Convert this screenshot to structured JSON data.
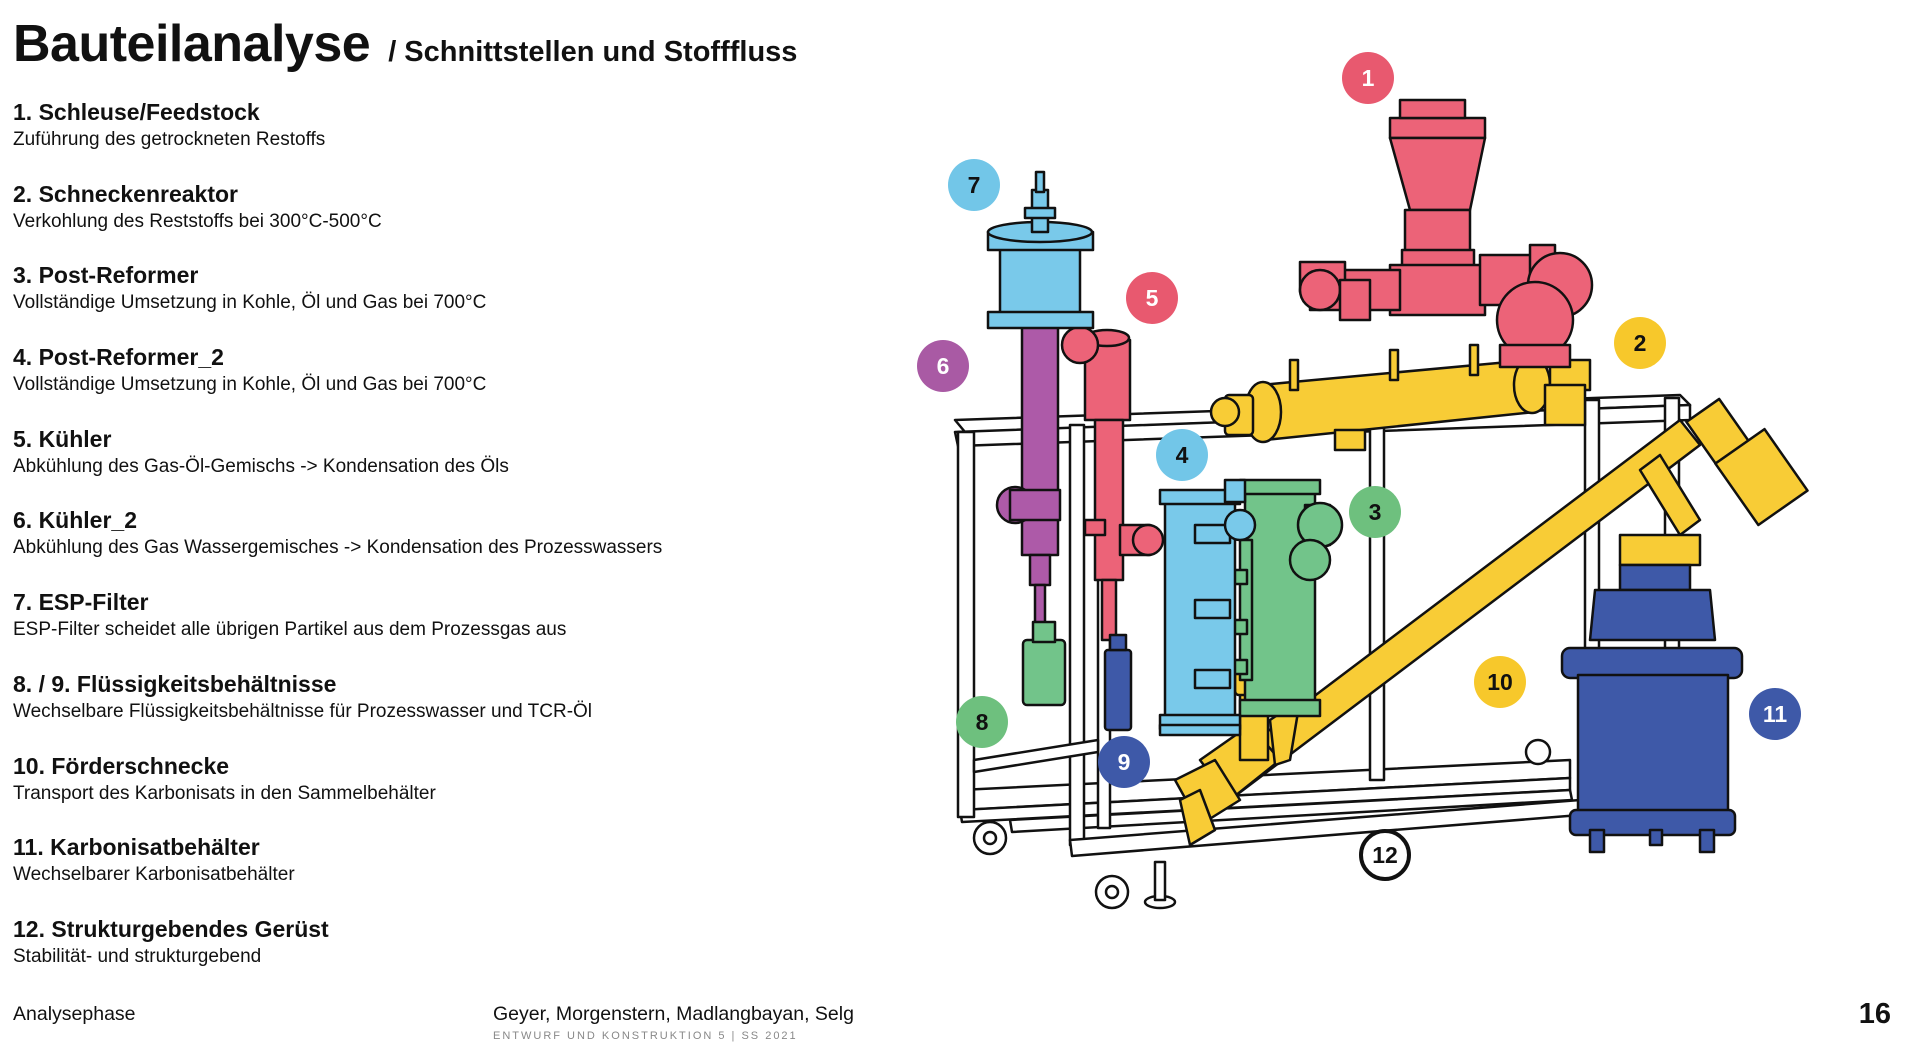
{
  "header": {
    "title": "Bauteilanalyse",
    "subtitle": "/ Schnittstellen und Stofffluss"
  },
  "items": [
    {
      "title": "1. Schleuse/Feedstock",
      "desc": "Zuführung des getrockneten Restoffs"
    },
    {
      "title": "2. Schneckenreaktor",
      "desc": "Verkohlung des Reststoffs bei 300°C-500°C"
    },
    {
      "title": "3. Post-Reformer",
      "desc": "Vollständige Umsetzung in Kohle, Öl und Gas bei 700°C"
    },
    {
      "title": "4. Post-Reformer_2",
      "desc": "Vollständige Umsetzung in Kohle, Öl und Gas bei 700°C"
    },
    {
      "title": "5. Kühler",
      "desc": "Abkühlung des Gas-Öl-Gemischs -> Kondensation des Öls"
    },
    {
      "title": "6. Kühler_2",
      "desc": "Abkühlung des Gas Wassergemisches -> Kondensation des Prozesswassers"
    },
    {
      "title": "7. ESP-Filter",
      "desc": "ESP-Filter scheidet alle übrigen Partikel aus dem Prozessgas aus"
    },
    {
      "title": "8. / 9. Flüssigkeitsbehältnisse",
      "desc": "Wechselbare Flüssigkeitsbehältnisse für Prozesswasser und TCR-Öl"
    },
    {
      "title": "10. Förderschnecke",
      "desc": "Transport des Karbonisats in den Sammelbehälter"
    },
    {
      "title": "11. Karbonisatbehälter",
      "desc": "Wechselbarer Karbonisatbehälter"
    },
    {
      "title": "12. Strukturgebendes Gerüst",
      "desc": "Stabilität- und strukturgebend"
    }
  ],
  "diagram": {
    "badges": [
      {
        "label": "1",
        "color": "#e8596f"
      },
      {
        "label": "2",
        "color": "#f7c82b"
      },
      {
        "label": "3",
        "color": "#6ec07e"
      },
      {
        "label": "4",
        "color": "#72c6e8"
      },
      {
        "label": "5",
        "color": "#e8596f"
      },
      {
        "label": "6",
        "color": "#a95aa4"
      },
      {
        "label": "7",
        "color": "#72c6e8"
      },
      {
        "label": "8",
        "color": "#6ec07e"
      },
      {
        "label": "9",
        "color": "#3e59a8"
      },
      {
        "label": "10",
        "color": "#f7c82b"
      },
      {
        "label": "11",
        "color": "#3e59a8"
      },
      {
        "label": "12",
        "color": "#ffffff"
      }
    ],
    "part_colors": {
      "feed": "#ec6378",
      "reactor": "#f8cc36",
      "reformer": "#72c48a",
      "reformer2": "#79c9ea",
      "cooler": "#ec6378",
      "cooler2": "#ad5aa8",
      "esp": "#79c9ea",
      "container8": "#72c48a",
      "container9": "#3e59a8",
      "screw": "#f8cc36",
      "carbon_bin": "#3e59a8",
      "frame": "#ffffff"
    }
  },
  "footer": {
    "left": "Analysephase",
    "center": "Geyer, Morgenstern, Madlangbayan, Selg",
    "sub": "ENTWURF UND KONSTRUKTION 5 | SS 2021",
    "page": "16"
  }
}
